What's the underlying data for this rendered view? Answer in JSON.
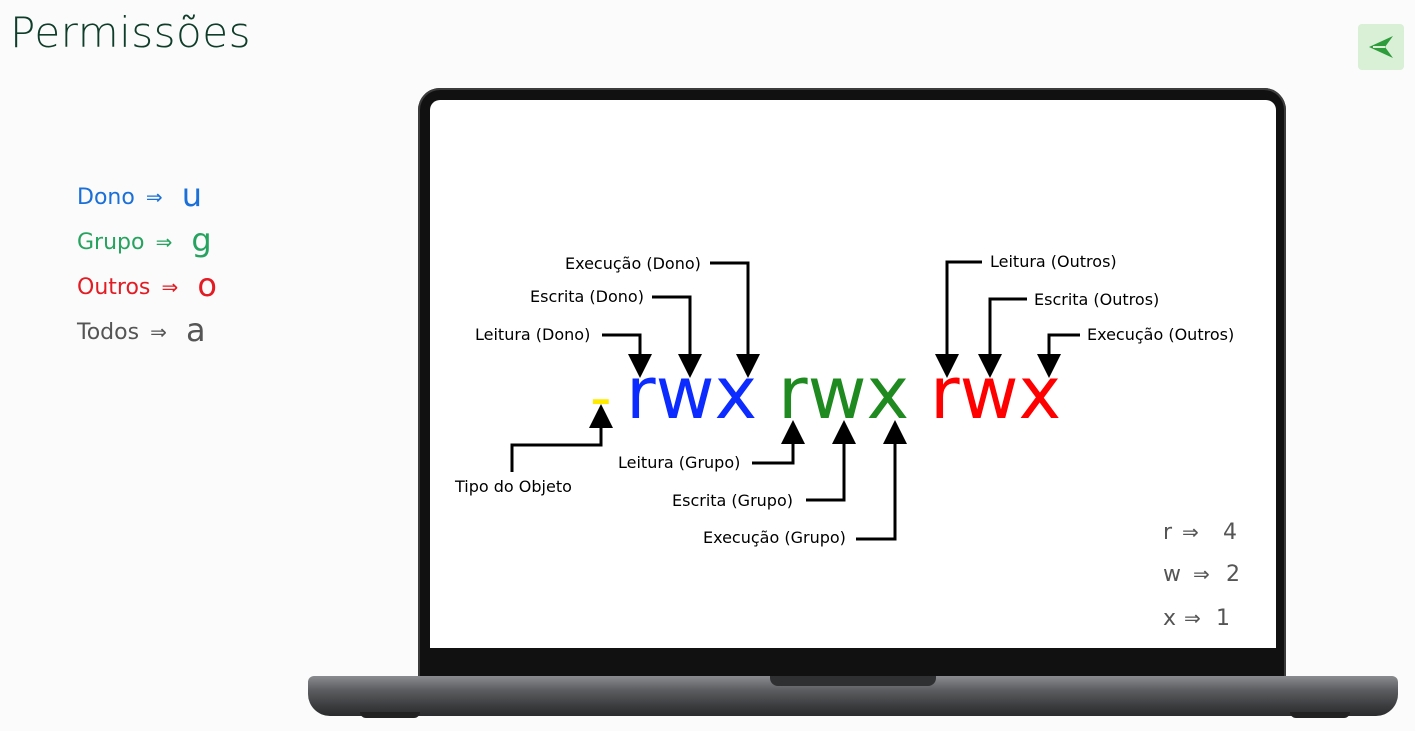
{
  "page": {
    "title": "Permissões",
    "nav_icon": "send-arrow-icon",
    "accent": "#2e9c3a"
  },
  "legend": [
    {
      "label": "Dono",
      "arrow": "⇒",
      "value": "u",
      "color": "#1a6fd8"
    },
    {
      "label": "Grupo",
      "arrow": "⇒",
      "value": "g",
      "color": "#27a360"
    },
    {
      "label": "Outros",
      "arrow": "⇒",
      "value": "o",
      "color": "#e31b23"
    },
    {
      "label": "Todos",
      "arrow": "⇒",
      "value": "a",
      "color": "#555555"
    }
  ],
  "diagram": {
    "type_char": "-",
    "groups": [
      {
        "text": "rwx",
        "color": "#0b2bff"
      },
      {
        "text": "rwx",
        "color": "#1f8a1f"
      },
      {
        "text": "rwx",
        "color": "#ff0000"
      }
    ],
    "type_color": "#ffeb00",
    "labels": {
      "exec_dono": "Execução (Dono)",
      "escrita_dono": "Escrita (Dono)",
      "leitura_dono": "Leitura (Dono)",
      "leitura_outros": "Leitura (Outros)",
      "escrita_outros": "Escrita (Outros)",
      "exec_outros": "Execução (Outros)",
      "tipo_objeto": "Tipo do Objeto",
      "leitura_grupo": "Leitura (Grupo)",
      "escrita_grupo": "Escrita (Grupo)",
      "exec_grupo": "Execução (Grupo)"
    }
  },
  "values_table": [
    {
      "perm": "r",
      "arrow": "⇒",
      "value": "4"
    },
    {
      "perm": "w",
      "arrow": "⇒",
      "value": "2"
    },
    {
      "perm": "x",
      "arrow": "⇒",
      "value": "1"
    }
  ]
}
